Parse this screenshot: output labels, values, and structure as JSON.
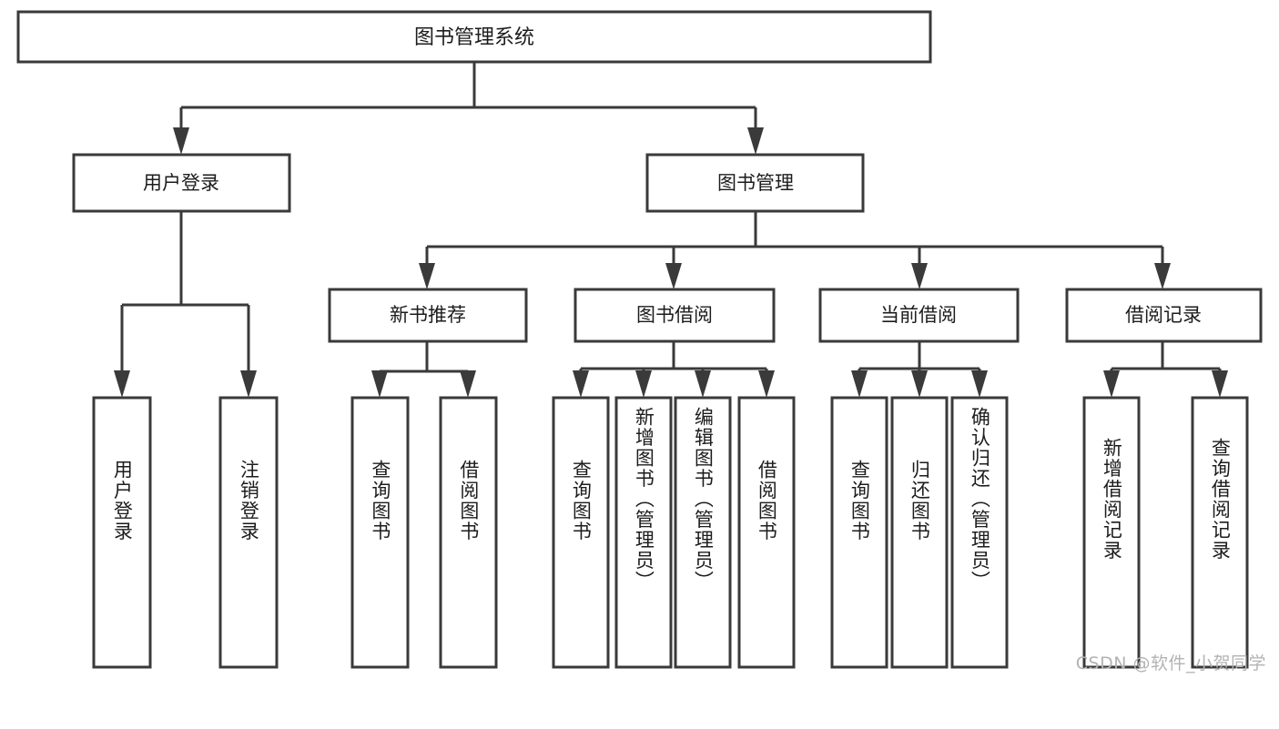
{
  "diagram": {
    "type": "hierarchy-tree",
    "title": "图书管理系统",
    "orientation": "top-down",
    "levels": 4,
    "colors": {
      "box_fill": "#ffffff",
      "box_stroke": "#3a3a3a",
      "text": "#1c1c1c",
      "background": "#ffffff",
      "watermark": "#b3b3b3"
    },
    "root": {
      "label": "图书管理系统",
      "name": "root-node"
    },
    "level2": [
      {
        "label": "用户登录",
        "name": "node-user-login"
      },
      {
        "label": "图书管理",
        "name": "node-book-management"
      }
    ],
    "level3": [
      {
        "label": "新书推荐",
        "name": "node-new-book-recommend"
      },
      {
        "label": "图书借阅",
        "name": "node-book-borrow"
      },
      {
        "label": "当前借阅",
        "name": "node-current-borrow"
      },
      {
        "label": "借阅记录",
        "name": "node-borrow-record"
      }
    ],
    "leaves": {
      "user_login": [
        {
          "label": "用户登录",
          "name": "leaf-user-login"
        },
        {
          "label": "注销登录",
          "name": "leaf-logout"
        }
      ],
      "new_book_recommend": [
        {
          "label": "查询图书",
          "name": "leaf-query-book-1"
        },
        {
          "label": "借阅图书",
          "name": "leaf-borrow-book-1"
        }
      ],
      "book_borrow": [
        {
          "label": "查询图书",
          "name": "leaf-query-book-2"
        },
        {
          "label": "新增图书（管理员）",
          "name": "leaf-add-book-admin"
        },
        {
          "label": "编辑图书（管理员）",
          "name": "leaf-edit-book-admin"
        },
        {
          "label": "借阅图书",
          "name": "leaf-borrow-book-2"
        }
      ],
      "current_borrow": [
        {
          "label": "查询图书",
          "name": "leaf-query-book-3"
        },
        {
          "label": "归还图书",
          "name": "leaf-return-book"
        },
        {
          "label": "确认归还（管理员）",
          "name": "leaf-confirm-return-admin"
        }
      ],
      "borrow_record": [
        {
          "label": "新增借阅记录",
          "name": "leaf-add-borrow-record"
        },
        {
          "label": "查询借阅记录",
          "name": "leaf-query-borrow-record"
        }
      ]
    }
  },
  "watermark": {
    "text": "CSDN @软件_小贺同学"
  }
}
